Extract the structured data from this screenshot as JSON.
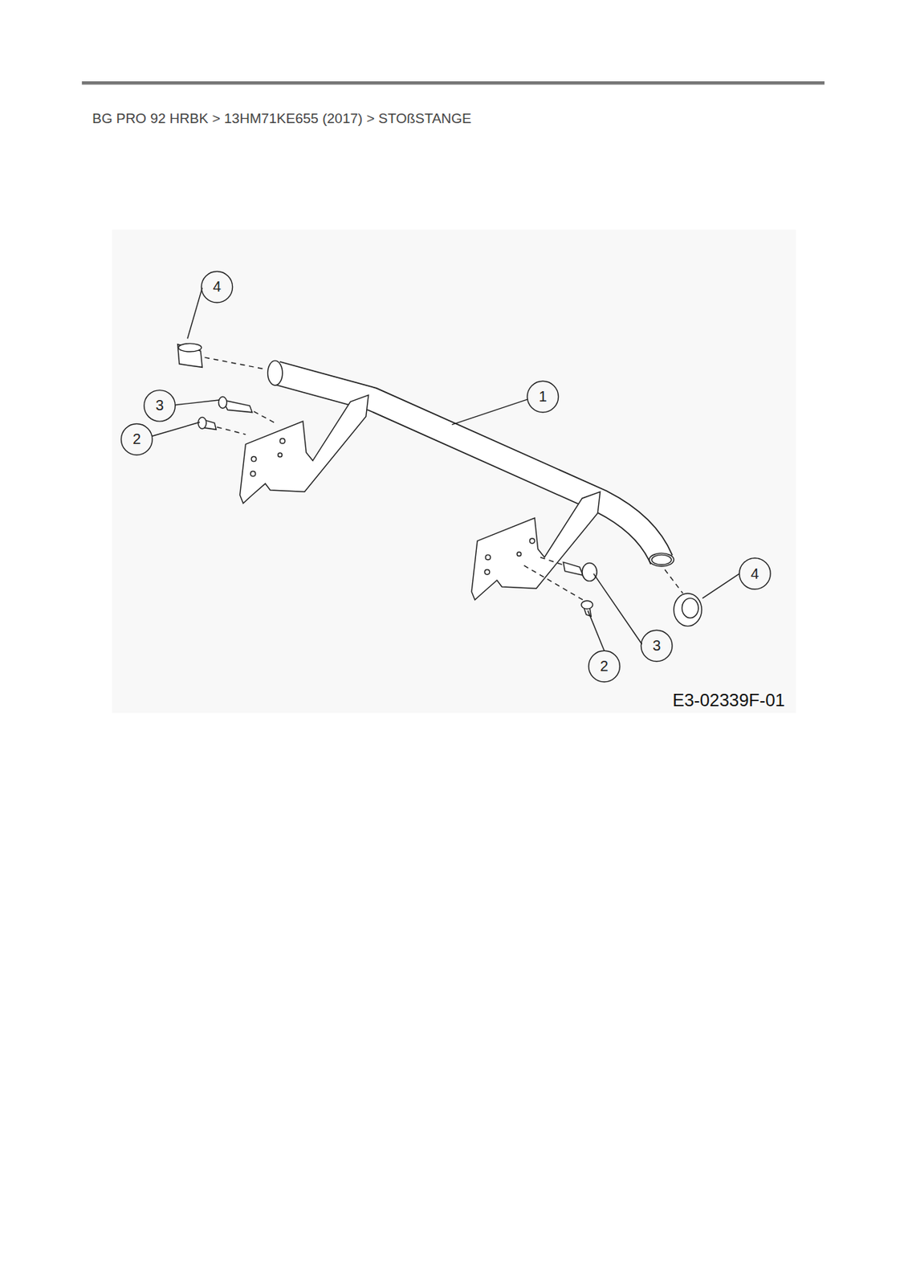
{
  "diagram": {
    "title": "BG PRO 92 HRBK  >  13HM71KE655 (2017)  >  STOßSTANGE",
    "labels": [
      "4",
      "1",
      "3",
      "2",
      "4",
      "3",
      "2",
      "E3-02339F-01"
    ]
  }
}
